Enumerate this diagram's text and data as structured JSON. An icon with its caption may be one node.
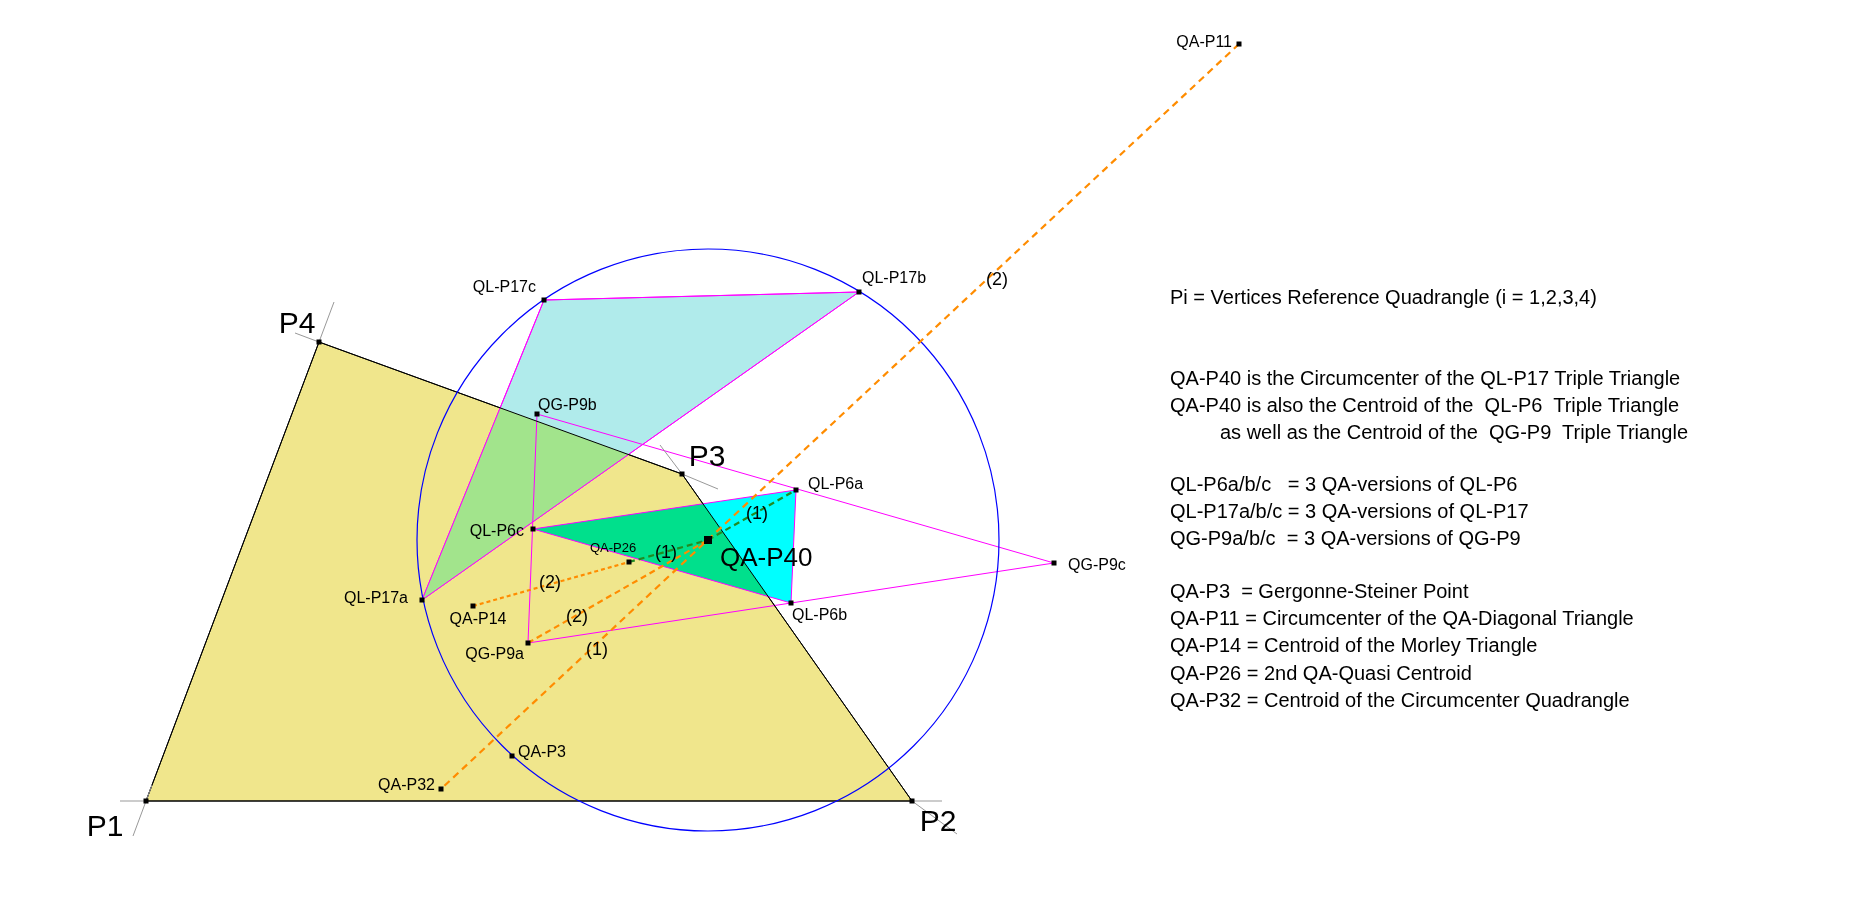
{
  "diagram": {
    "labels": [
      "QA-P11",
      "(2)",
      "QL-P17c",
      "QL-P17b",
      "P4",
      "QG-P9b",
      "P3",
      "QL-P6a",
      "QL-P6c",
      "QA-P26",
      "(1)",
      "(1)",
      "QA-P40",
      "QG-P9c",
      "(2)",
      "QL-P17a",
      "QA-P14",
      "(2)",
      "QL-P6b",
      "QG-P9a",
      "(1)",
      "QA-P3",
      "QA-P32",
      "P1",
      "P2",
      "Pi = Vertices Reference Quadrangle (i = 1,2,3,4)",
      "QA-P40 is the Circumcenter of the QL-P17 Triple Triangle",
      "QA-P40 is also the Centroid of the  QL-P6  Triple Triangle",
      "as well as the Centroid of the  QG-P9  Triple Triangle",
      "QL-P6a/b/c   = 3 QA-versions of QL-P6",
      "QL-P17a/b/c = 3 QA-versions of QL-P17",
      "QG-P9a/b/c  = 3 QA-versions of QG-P9",
      "QA-P3  = Gergonne-Steiner Point",
      "QA-P11 = Circumcenter of the QA-Diagonal Triangle",
      "QA-P14 = Centroid of the Morley Triangle",
      "QA-P26 = 2nd QA-Quasi Centroid",
      "QA-P32 = Centroid of the Circumcenter Quadrangle"
    ]
  }
}
